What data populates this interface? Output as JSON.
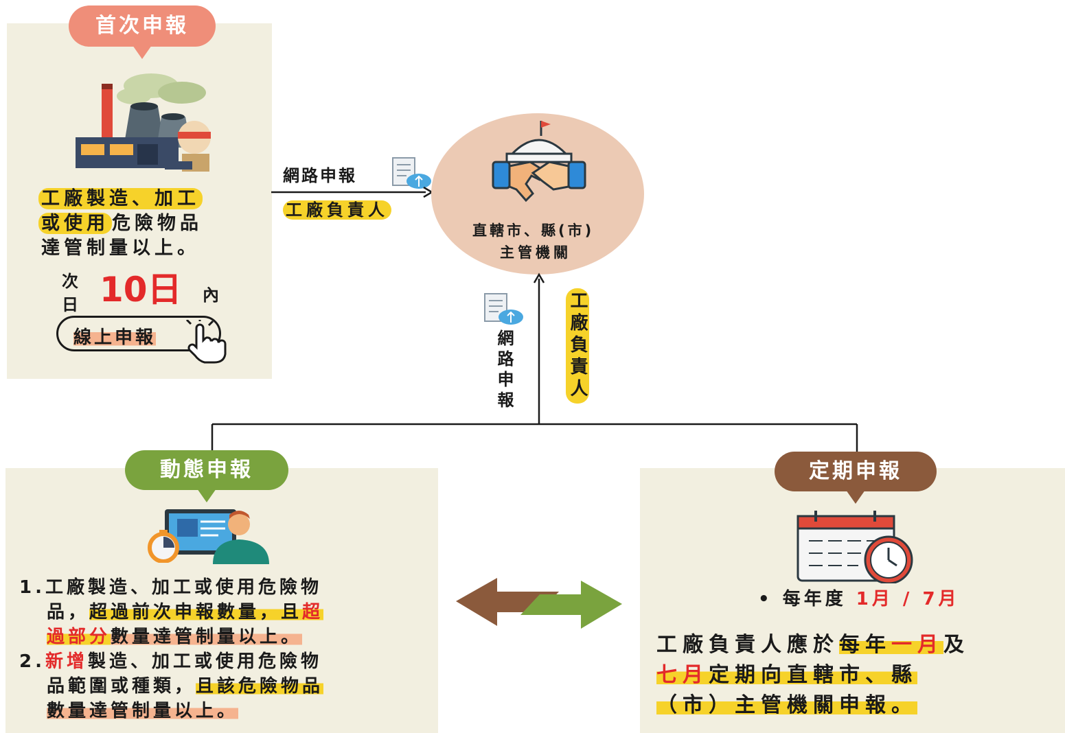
{
  "first_report": {
    "tag": "首次申報",
    "desc_line1": "工廠製造、加工",
    "desc_line2a": "或使用",
    "desc_line2b": "危險物品",
    "desc_line3": "達管制量以上。",
    "deadline_prefix_1": "次",
    "deadline_prefix_2": "日",
    "deadline_value": "10日",
    "deadline_suffix": "內",
    "online_button": "線上申報"
  },
  "flow_top": {
    "method": "網路申報",
    "actor": "工廠負責人"
  },
  "authority": {
    "line1": "直轄市、縣(市)",
    "line2": "主管機關"
  },
  "flow_vertical": {
    "method": "網路申報",
    "actor": "工廠負責人"
  },
  "dynamic_report": {
    "tag": "動態申報",
    "item1_num": "1.",
    "item1_a": "工廠製造、加工或使用危險物",
    "item1_b": "品，",
    "item1_c": "超過前次申報數量，",
    "item1_d": "且",
    "item1_e": "超",
    "item1_f": "過部分",
    "item1_g": "數量達管制量以上。",
    "item2_num": "2.",
    "item2_a": "新增",
    "item2_b": "製造、加工或使用危險物",
    "item2_c": "品範圍或種類，",
    "item2_d": "且該危險物品",
    "item2_e": "數量達管制量以上。"
  },
  "periodic_report": {
    "tag": "定期申報",
    "bullet": "•",
    "schedule_prefix": "每年度",
    "schedule_months": "1月 / 7月",
    "body_a": "工廠負責人應於",
    "body_b": "每年",
    "body_c": "一月",
    "body_d": "及",
    "body_e": "七月",
    "body_f": "定期向直轄市、縣",
    "body_g": "（市）主管機關申報。"
  },
  "colors": {
    "panel_bg": "#f2efe0",
    "highlight": "#f6d22a",
    "accent_red": "#e32a2a",
    "tag_first": "#ef8e79",
    "tag_dynamic": "#7aa33e",
    "tag_periodic": "#8b5a3c",
    "circle": "#eccab4"
  },
  "icons": [
    "factory-icon",
    "handshake-government-icon",
    "document-upload-icon",
    "pointer-hand-icon",
    "computer-worker-icon",
    "stopwatch-icon",
    "calendar-clock-icon",
    "bidirectional-arrow-icon"
  ]
}
